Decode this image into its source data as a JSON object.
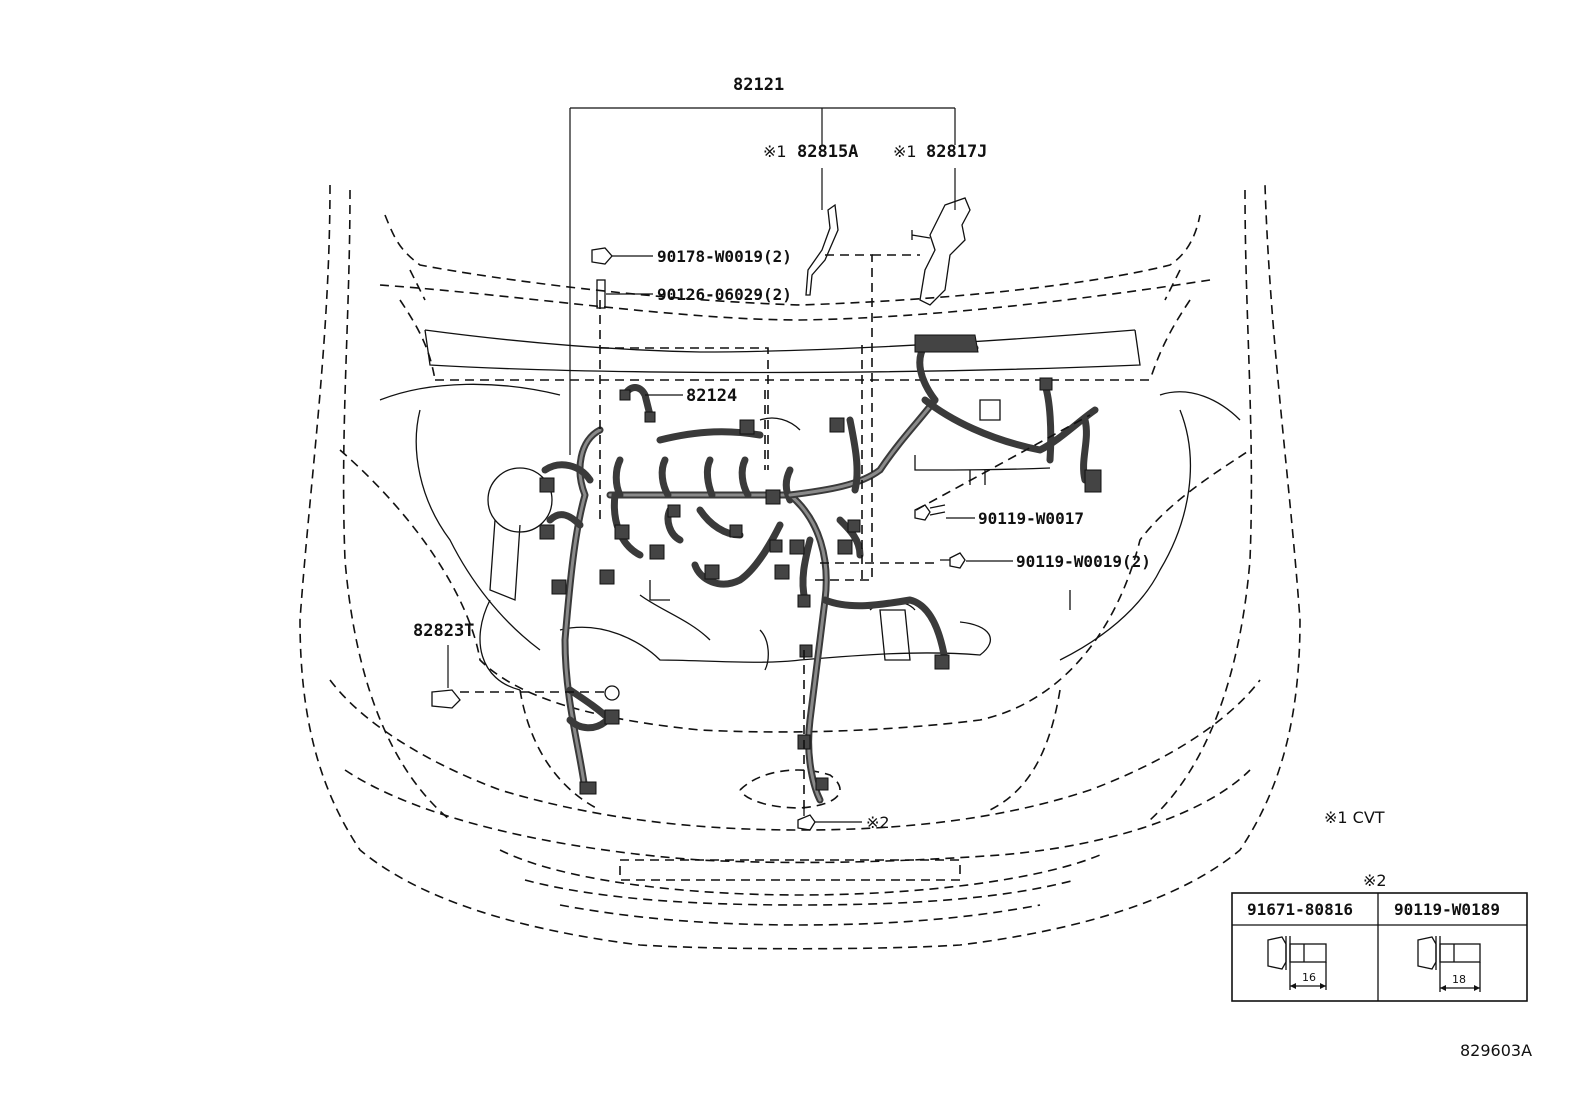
{
  "parts": {
    "harness_main": "82121",
    "cvt_part_a": "82815A",
    "cvt_part_b": "82817J",
    "cvt_mark": "※1",
    "nut": "90178-W0019(2)",
    "stud": "90126-06029(2)",
    "sub_harness": "82124",
    "bolt_a": "90119-W0017",
    "bolt_b": "90119-W0019(2)",
    "clamp": "82823T",
    "note2_mark": "※2"
  },
  "legend": {
    "cvt_note": "※1 CVT",
    "table_title": "※2",
    "columns": [
      {
        "part": "91671-80816",
        "length": "16"
      },
      {
        "part": "90119-W0189",
        "length": "18"
      }
    ]
  },
  "figure_id": "829603A"
}
